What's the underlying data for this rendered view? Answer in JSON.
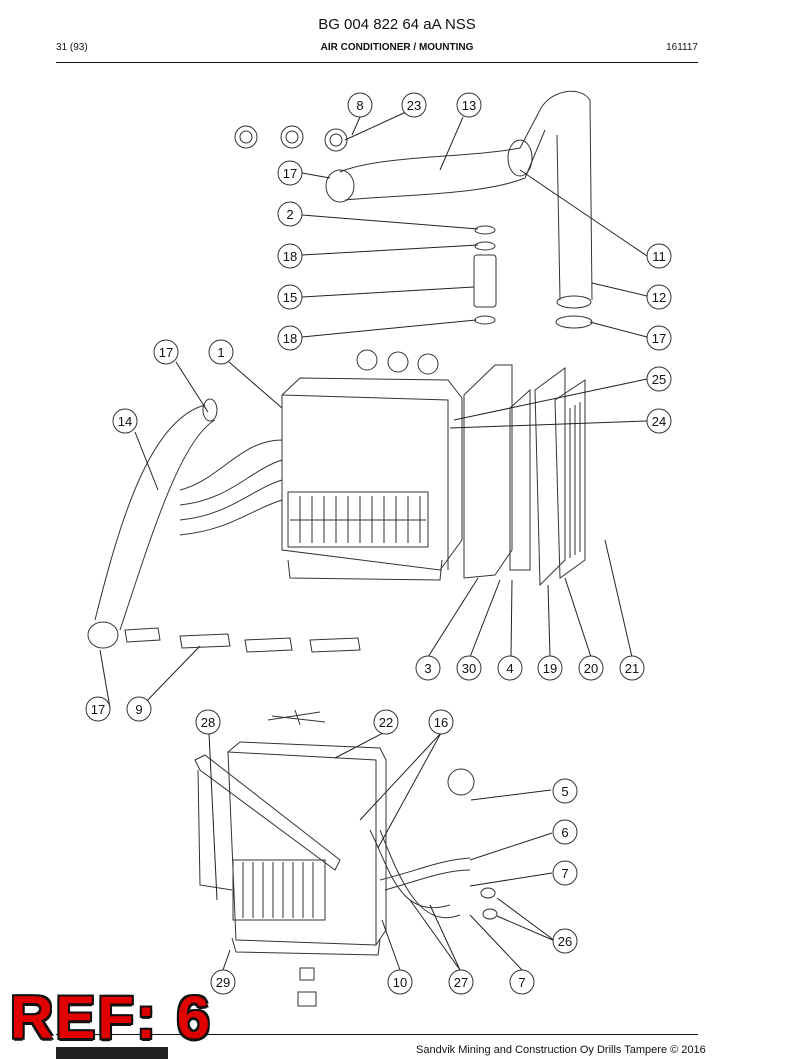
{
  "header": {
    "doc_id": "BG 004 822 64 aA NSS",
    "page": "31 (93)",
    "section": "AIR CONDITIONER / MOUNTING",
    "date_code": "161117"
  },
  "callouts": [
    "8",
    "23",
    "13",
    "17",
    "2",
    "18",
    "11",
    "15",
    "12",
    "18",
    "17",
    "17",
    "1",
    "25",
    "14",
    "24",
    "3",
    "30",
    "4",
    "19",
    "20",
    "21",
    "17",
    "9",
    "28",
    "22",
    "16",
    "5",
    "6",
    "7",
    "26",
    "29",
    "10",
    "27",
    "7"
  ],
  "stamp": "REF: 6",
  "footer": {
    "copyright": "Sandvik Mining and Construction Oy Drills Tampere © 2016"
  }
}
